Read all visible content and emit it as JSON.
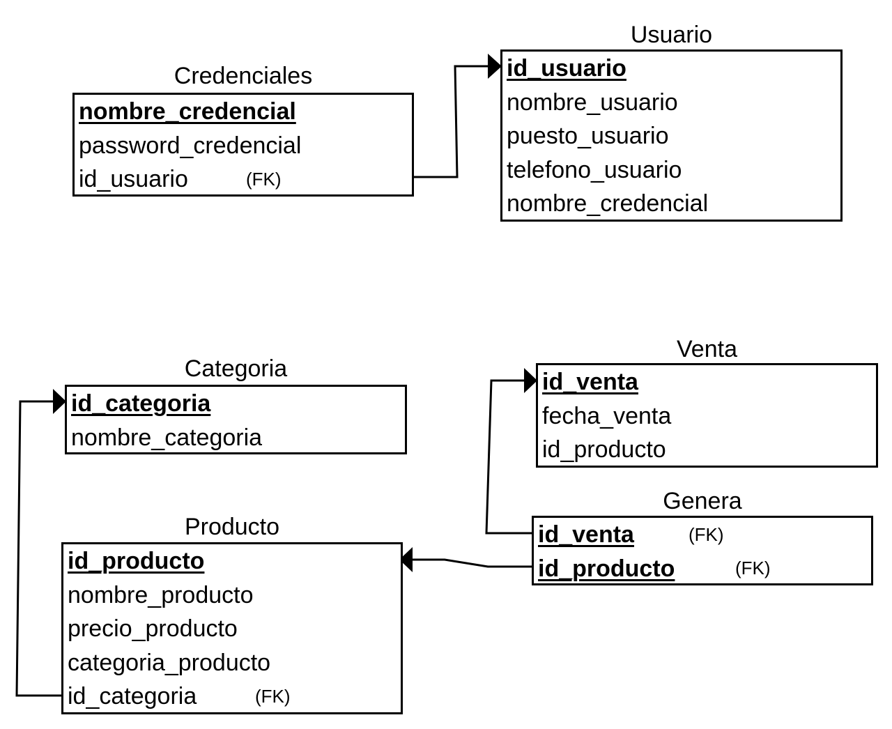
{
  "entities": {
    "credenciales": {
      "title": "Credenciales",
      "attrs": [
        "nombre_credencial",
        "password_credencial",
        "id_usuario"
      ],
      "fk": "(FK)"
    },
    "usuario": {
      "title": "Usuario",
      "attrs": [
        "id_usuario",
        "nombre_usuario",
        "puesto_usuario",
        "telefono_usuario",
        "nombre_credencial"
      ]
    },
    "categoria": {
      "title": "Categoria",
      "attrs": [
        "id_categoria",
        "nombre_categoria"
      ]
    },
    "venta": {
      "title": "Venta",
      "attrs": [
        "id_venta",
        "fecha_venta",
        "id_producto"
      ]
    },
    "genera": {
      "title": "Genera",
      "attrs": [
        "id_venta",
        "id_producto"
      ],
      "fk": "(FK)"
    },
    "producto": {
      "title": "Producto",
      "attrs": [
        "id_producto",
        "nombre_producto",
        "precio_producto",
        "categoria_producto",
        "id_categoria"
      ],
      "fk": "(FK)"
    }
  }
}
